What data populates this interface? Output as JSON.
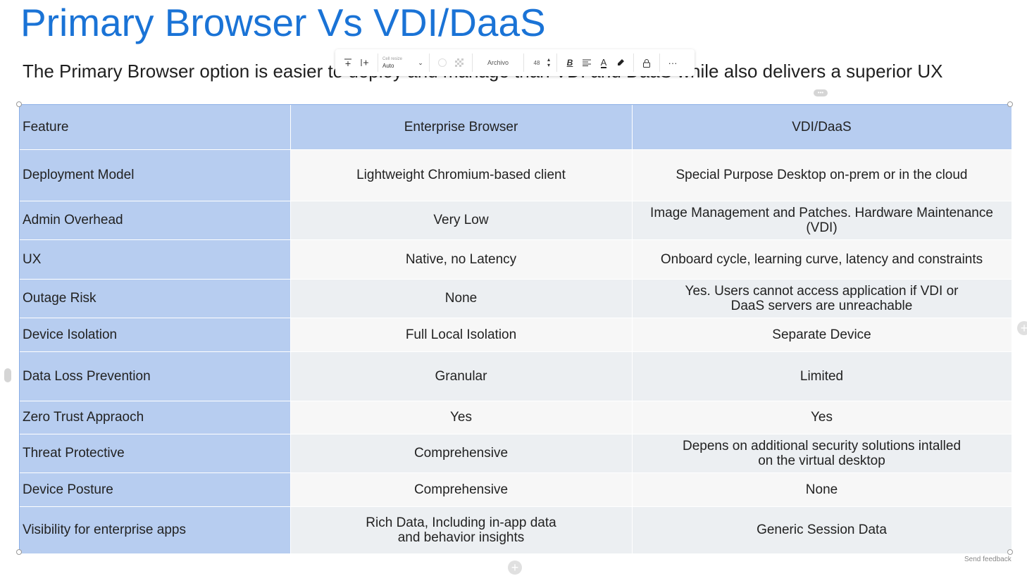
{
  "slide": {
    "title": "Primary Browser Vs VDI/DaaS",
    "subtitle": "The Primary Browser option is easier to deploy and manage than VDI and DaaS while also delivers a superior UX"
  },
  "toolbar": {
    "cell_resize_caption": "Cell resize",
    "cell_resize_value": "Auto",
    "font_name": "Archivo",
    "font_size": "48",
    "bold_glyph": "B",
    "text_color_glyph": "A",
    "more_glyph": "···"
  },
  "table": {
    "headers": [
      "Feature",
      "Enterprise Browser",
      "VDI/DaaS"
    ],
    "rows": [
      [
        "Deployment Model",
        "Lightweight Chromium-based client",
        "Special Purpose Desktop on-prem or in the cloud"
      ],
      [
        "Admin Overhead",
        "Very Low",
        "Image Management and Patches. Hardware Maintenance (VDI)"
      ],
      [
        "UX",
        "Native, no Latency",
        "Onboard cycle, learning curve, latency and constraints"
      ],
      [
        "Outage Risk",
        "None",
        "Yes. Users cannot access application if VDI or DaaS servers are unreachable"
      ],
      [
        "Device Isolation",
        "Full Local Isolation",
        "Separate Device"
      ],
      [
        "Data Loss Prevention",
        "Granular",
        "Limited"
      ],
      [
        "Zero Trust Appraoch",
        "Yes",
        "Yes"
      ],
      [
        "Threat Protective",
        "Comprehensive",
        "Depens on additional security solutions intalled on the virtual desktop"
      ],
      [
        "Device Posture",
        "Comprehensive",
        "None"
      ],
      [
        "Visibility for enterprise apps",
        "Rich Data, Including in-app data and behavior insights",
        "Generic Session Data"
      ]
    ]
  },
  "footer": {
    "feedback": "Send feedback"
  },
  "colors": {
    "title": "#1a73d6",
    "feature_column": "#b7cdf0",
    "row_light": "#f7f7f7",
    "row_dark": "#eceff2"
  }
}
